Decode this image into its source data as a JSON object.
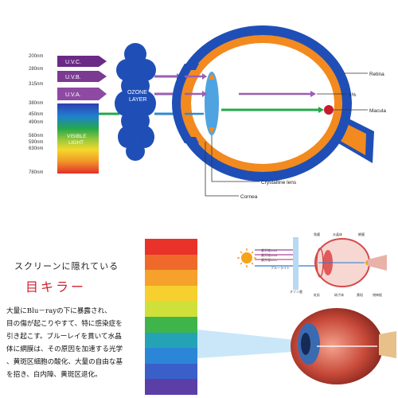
{
  "top_diagram": {
    "wavelengths": [
      "200nm",
      "280nm",
      "315nm",
      "380nm",
      "450nm",
      "490nm",
      "560nm",
      "590nm",
      "630nm",
      "780nm"
    ],
    "bands": [
      {
        "label": "U.V.C.",
        "color": "#6b2a86"
      },
      {
        "label": "U.V.B.",
        "color": "#7a3a92"
      },
      {
        "label": "U.V.A.",
        "color": "#8e4aa3"
      }
    ],
    "visible_label_line1": "VISIBLE",
    "visible_label_line2": "LIGHT",
    "ozone_line1": "OZONE",
    "ozone_line2": "LAYER",
    "labels": {
      "retina": "Retina",
      "one_percent": "1%",
      "macula": "Macula",
      "crystalline_lens": "Crystalline lens",
      "cornea": "Cornea"
    },
    "colors": {
      "eye_outer": "#1f4fb6",
      "eye_orange": "#f28a1f",
      "eye_inner": "#ffffff",
      "lens": "#4fa3e0",
      "cloud": "#1f4fb6",
      "macula_dot": "#c81a2c"
    }
  },
  "bottom_diagram": {
    "heading": "スクリーンに隠れている",
    "title": "目キラー",
    "title_color": "#d21f2e",
    "body_lines": [
      "大量にBlu－rayの下に暴露され、",
      "目の傷が起こりやすて、特に感染症を",
      "引き起こす。ブルーレイを貫いて水晶",
      "体に網膜は、その原因を加速する光学",
      "、黄斑区細胞の酸化、大量の自由な基",
      "を招き、白内障、黄斑区退化。"
    ],
    "spectrum_colors": [
      "#e8322a",
      "#ef6a2a",
      "#f5a12c",
      "#f6d02e",
      "#cfe03a",
      "#3fb44a",
      "#25a3b6",
      "#2b86d8",
      "#3a5fc9",
      "#5b3fa6"
    ],
    "small_eye_labels": {
      "uv_a": "紫外線UVA",
      "uv_b": "紫外線UVB",
      "uv_c": "紫外線UVC",
      "blue": "ブルーライト",
      "ozone": "オゾン層",
      "lens": "水晶体",
      "retina": "網膜",
      "macula": "黄斑",
      "cornea": "角膜",
      "iris": "虹彩",
      "vitreous": "硝子体",
      "optic": "視神経"
    }
  }
}
